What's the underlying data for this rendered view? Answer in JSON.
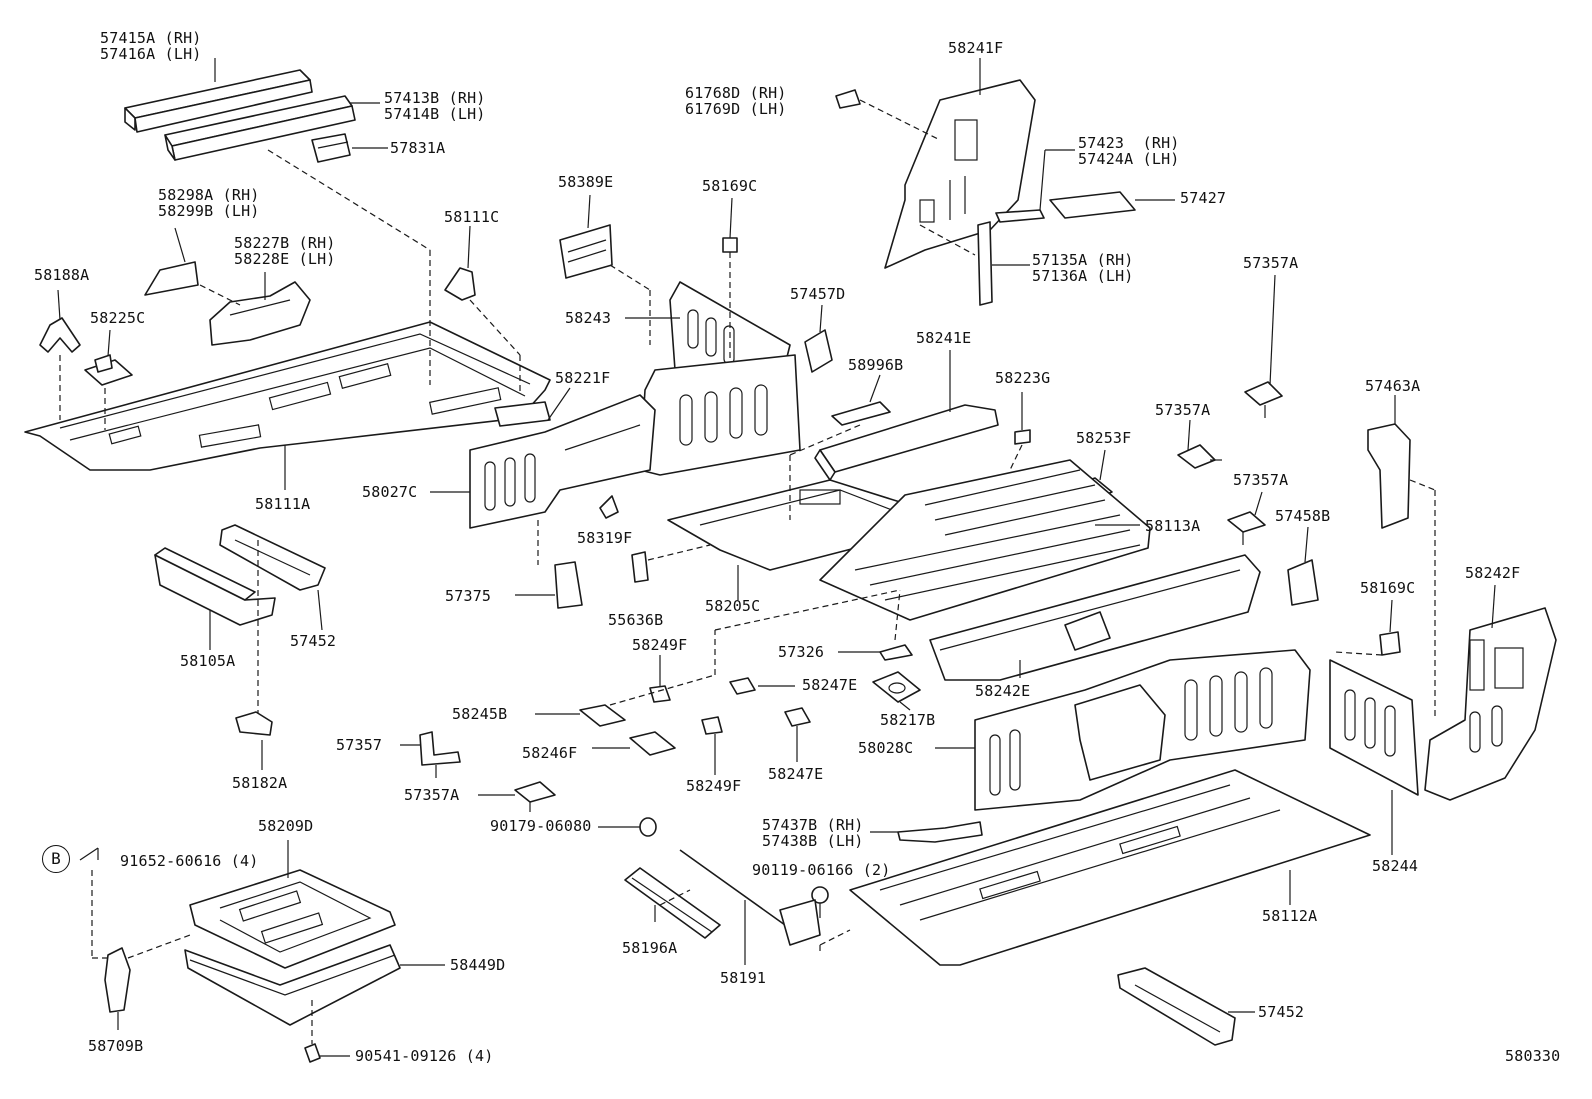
{
  "diagram": {
    "code": "580330",
    "callouts": [
      {
        "id": "57415A",
        "lines": [
          "57415A (RH)",
          "57416A (LH)"
        ]
      },
      {
        "id": "57413B",
        "lines": [
          "57413B (RH)",
          "57414B (LH)"
        ]
      },
      {
        "id": "57831A",
        "lines": [
          "57831A"
        ]
      },
      {
        "id": "58298A",
        "lines": [
          "58298A (RH)",
          "58299B (LH)"
        ]
      },
      {
        "id": "58227B",
        "lines": [
          "58227B (RH)",
          "58228E (LH)"
        ]
      },
      {
        "id": "58111C",
        "lines": [
          "58111C"
        ]
      },
      {
        "id": "58188A",
        "lines": [
          "58188A"
        ]
      },
      {
        "id": "58225C",
        "lines": [
          "58225C"
        ]
      },
      {
        "id": "58111A",
        "lines": [
          "58111A"
        ]
      },
      {
        "id": "58105A",
        "lines": [
          "58105A"
        ]
      },
      {
        "id": "57452_left",
        "lines": [
          "57452"
        ]
      },
      {
        "id": "58182A",
        "lines": [
          "58182A"
        ]
      },
      {
        "id": "58389E",
        "lines": [
          "58389E"
        ]
      },
      {
        "id": "58169C_mid",
        "lines": [
          "58169C"
        ]
      },
      {
        "id": "58243",
        "lines": [
          "58243"
        ]
      },
      {
        "id": "58221F",
        "lines": [
          "58221F"
        ]
      },
      {
        "id": "58027C",
        "lines": [
          "58027C"
        ]
      },
      {
        "id": "57457D",
        "lines": [
          "57457D"
        ]
      },
      {
        "id": "58319F",
        "lines": [
          "58319F"
        ]
      },
      {
        "id": "57375",
        "lines": [
          "57375"
        ]
      },
      {
        "id": "55636B",
        "lines": [
          "55636B"
        ]
      },
      {
        "id": "58205C",
        "lines": [
          "58205C"
        ]
      },
      {
        "id": "61768D",
        "lines": [
          "61768D (RH)",
          "61769D (LH)"
        ]
      },
      {
        "id": "58241F",
        "lines": [
          "58241F"
        ]
      },
      {
        "id": "57423",
        "lines": [
          "57423  (RH)",
          "57424A (LH)"
        ]
      },
      {
        "id": "57427",
        "lines": [
          "57427"
        ]
      },
      {
        "id": "57135A",
        "lines": [
          "57135A (RH)",
          "57136A (LH)"
        ]
      },
      {
        "id": "58241E",
        "lines": [
          "58241E"
        ]
      },
      {
        "id": "58996B",
        "lines": [
          "58996B"
        ]
      },
      {
        "id": "58223G",
        "lines": [
          "58223G"
        ]
      },
      {
        "id": "58253F",
        "lines": [
          "58253F"
        ]
      },
      {
        "id": "58113A",
        "lines": [
          "58113A"
        ]
      },
      {
        "id": "57357A_1",
        "lines": [
          "57357A"
        ]
      },
      {
        "id": "57357A_2",
        "lines": [
          "57357A"
        ]
      },
      {
        "id": "57357A_3",
        "lines": [
          "57357A"
        ]
      },
      {
        "id": "57463A",
        "lines": [
          "57463A"
        ]
      },
      {
        "id": "57458B",
        "lines": [
          "57458B"
        ]
      },
      {
        "id": "58169C_right",
        "lines": [
          "58169C"
        ]
      },
      {
        "id": "58242F",
        "lines": [
          "58242F"
        ]
      },
      {
        "id": "58249F_top",
        "lines": [
          "58249F"
        ]
      },
      {
        "id": "57326",
        "lines": [
          "57326"
        ]
      },
      {
        "id": "58247E_top",
        "lines": [
          "58247E"
        ]
      },
      {
        "id": "58242E",
        "lines": [
          "58242E"
        ]
      },
      {
        "id": "58217B",
        "lines": [
          "58217B"
        ]
      },
      {
        "id": "58245B",
        "lines": [
          "58245B"
        ]
      },
      {
        "id": "57357",
        "lines": [
          "57357"
        ]
      },
      {
        "id": "58246F",
        "lines": [
          "58246F"
        ]
      },
      {
        "id": "58247E_bot",
        "lines": [
          "58247E"
        ]
      },
      {
        "id": "58249F_bot",
        "lines": [
          "58249F"
        ]
      },
      {
        "id": "57357A_4",
        "lines": [
          "57357A"
        ]
      },
      {
        "id": "58028C",
        "lines": [
          "58028C"
        ]
      },
      {
        "id": "90179",
        "lines": [
          "90179-06080"
        ]
      },
      {
        "id": "57437B",
        "lines": [
          "57437B (RH)",
          "57438B (LH)"
        ]
      },
      {
        "id": "90119",
        "lines": [
          "90119-06166 (2)"
        ]
      },
      {
        "id": "58244",
        "lines": [
          "58244"
        ]
      },
      {
        "id": "58112A",
        "lines": [
          "58112A"
        ]
      },
      {
        "id": "58209D",
        "lines": [
          "58209D"
        ]
      },
      {
        "id": "91652",
        "lines": [
          "91652-60616 (4)"
        ]
      },
      {
        "id": "58449D",
        "lines": [
          "58449D"
        ]
      },
      {
        "id": "58709B",
        "lines": [
          "58709B"
        ]
      },
      {
        "id": "90541",
        "lines": [
          "90541-09126 (4)"
        ]
      },
      {
        "id": "58196A",
        "lines": [
          "58196A"
        ]
      },
      {
        "id": "58191",
        "lines": [
          "58191"
        ]
      },
      {
        "id": "57452_right",
        "lines": [
          "57452"
        ]
      }
    ],
    "reference_mark": "B"
  }
}
